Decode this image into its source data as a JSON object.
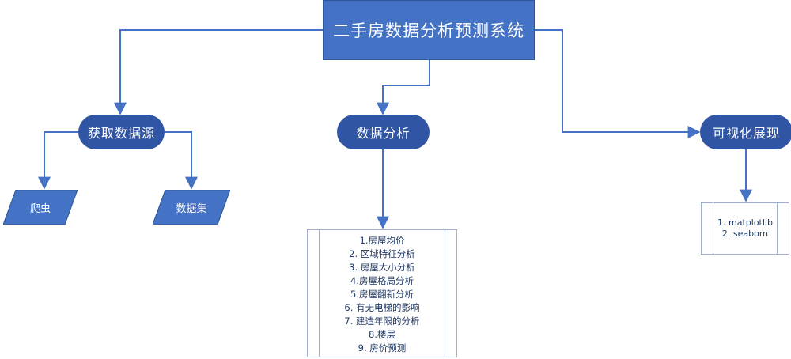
{
  "root": {
    "label": "二手房数据分析预测系统"
  },
  "branches": {
    "acquire": {
      "label": "获取数据源"
    },
    "analysis": {
      "label": "数据分析"
    },
    "visual": {
      "label": "可视化展现"
    }
  },
  "sources": {
    "crawler": "爬虫",
    "dataset": "数据集"
  },
  "analysis_items": [
    "1.房屋均价",
    "2. 区域特征分析",
    "3. 房屋大小分析",
    "4.房屋格局分析",
    "5.房屋翻新分析",
    "6. 有无电梯的影响",
    "7. 建造年限的分析",
    "8.楼层",
    "9. 房价预测"
  ],
  "visual_items": [
    "1. matplotlib",
    "2. seaborn"
  ],
  "colors": {
    "root_fill": "#4472c4",
    "node_fill": "#2f55a4",
    "connector": "#4472c4",
    "list_text": "#1f3864"
  }
}
